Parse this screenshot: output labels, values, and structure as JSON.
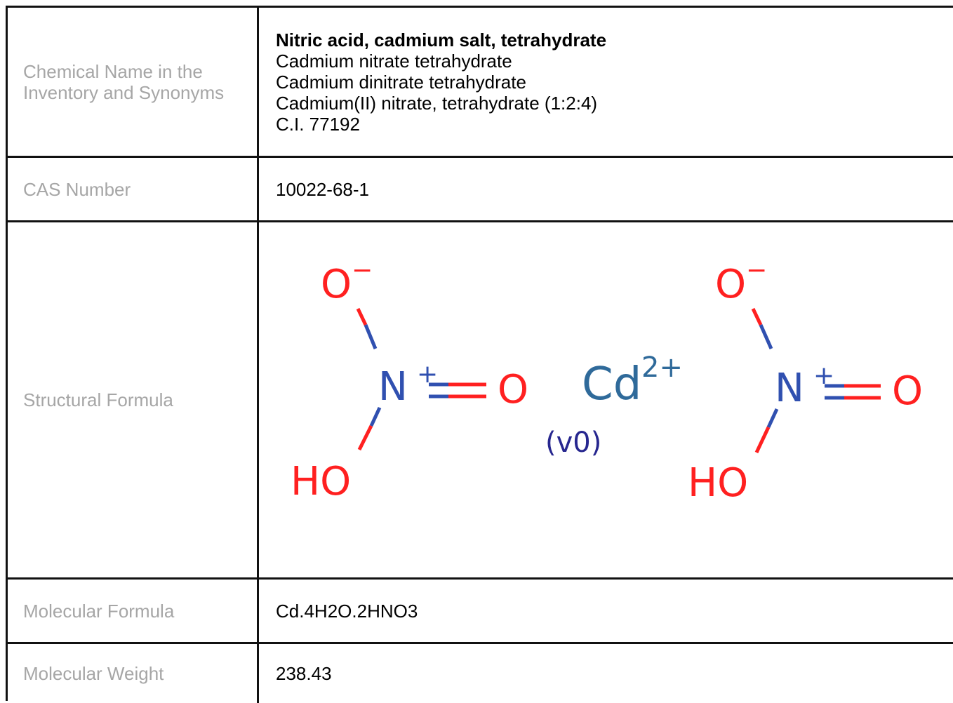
{
  "rows": {
    "names": {
      "label": "Chemical Name in the Inventory and Synonyms",
      "primary": "Nitric acid, cadmium salt, tetrahydrate",
      "synonyms": [
        "Cadmium nitrate tetrahydrate",
        "Cadmium dinitrate tetrahydrate",
        "Cadmium(II) nitrate, tetrahydrate (1:2:4)",
        "C.I. 77192"
      ]
    },
    "cas": {
      "label": "CAS Number",
      "value": "10022-68-1"
    },
    "structure": {
      "label": "Structural Formula",
      "atoms": {
        "o_minus": "O",
        "minus_sign": "−",
        "n": "N",
        "plus_sign": "+",
        "o": "O",
        "ho": "HO",
        "cd": "Cd",
        "cd_charge": "2+",
        "annotation": "(v0)"
      }
    },
    "formula": {
      "label": "Molecular Formula",
      "value": "Cd.4H2O.2HNO3"
    },
    "weight": {
      "label": "Molecular Weight",
      "value": "238.43"
    }
  },
  "colors": {
    "oxygen": "#ff2020",
    "nitrogen": "#3050b0",
    "cadmium": "#2f6a9a",
    "annotation": "#27278f",
    "label_gray": "#a6a6a6"
  }
}
